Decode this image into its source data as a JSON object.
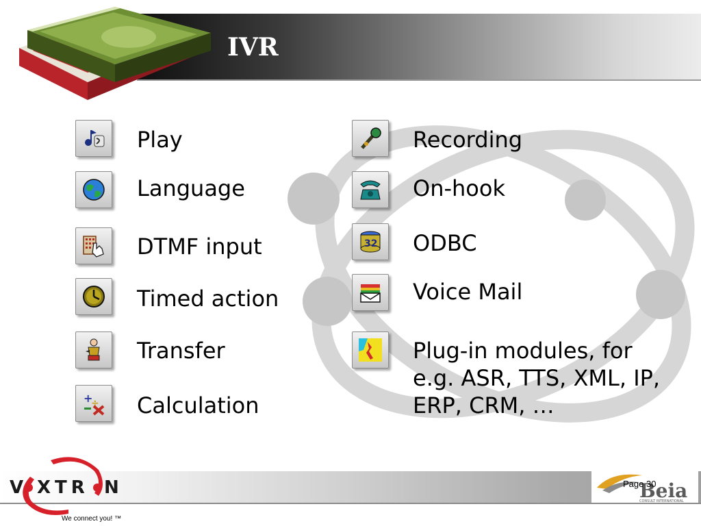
{
  "slide": {
    "title": "IVR",
    "page_number": "Page 30"
  },
  "left_items": [
    {
      "label": "Play",
      "icon": "play-audio-icon"
    },
    {
      "label": "Language",
      "icon": "globe-icon"
    },
    {
      "label": "DTMF input",
      "icon": "keypad-hand-icon"
    },
    {
      "label": "Timed action",
      "icon": "clock-icon"
    },
    {
      "label": "Transfer",
      "icon": "transfer-person-icon"
    },
    {
      "label": "Calculation",
      "icon": "calculation-icon"
    }
  ],
  "right_items": [
    {
      "label": "Recording",
      "icon": "microphone-icon"
    },
    {
      "label": "On-hook",
      "icon": "telephone-icon"
    },
    {
      "label": "ODBC",
      "icon": "database-32-icon"
    },
    {
      "label": "Voice Mail",
      "icon": "mailbox-icon"
    },
    {
      "label": "Plug-in modules, for e.g. ASR, TTS, XML, IP, ERP, CRM, …",
      "icon": "plugin-icon"
    }
  ],
  "icon_text": {
    "odbc": "32"
  },
  "footer": {
    "brand": "VOXTRON",
    "tagline": "We connect you! ™",
    "partner_logo": "Beia",
    "partner_sub": "CONSULT INTERNATIONAL"
  },
  "colors": {
    "brand_red": "#d6202a",
    "title_text": "#ffffff",
    "background_logo": "#c8c8c8"
  }
}
